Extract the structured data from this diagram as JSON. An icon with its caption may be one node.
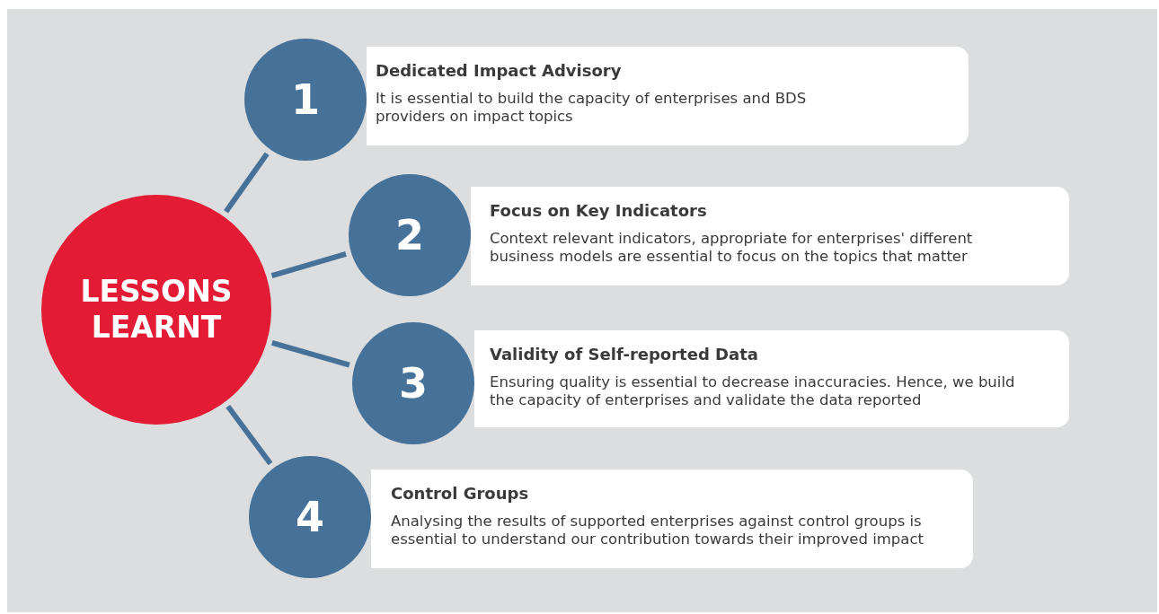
{
  "diagram": {
    "nodes": [
      {
        "text": [
          "LESSONS LEARNT"
        ]
      },
      {
        "text": [
          "1"
        ]
      },
      {
        "text": [
          "Dedicated Impact Advisory",
          "It is essential to build the capacity of enterprises and BDS providers on impact topics"
        ]
      },
      {
        "text": [
          "2"
        ]
      },
      {
        "text": [
          "Focus on Key Indicators",
          "Context relevant indicators, appropriate for enterprises' different business models are essential to focus on the topics that matter"
        ]
      },
      {
        "text": [
          "3"
        ]
      },
      {
        "text": [
          "Validity of Self-reported Data",
          "Ensuring quality is essential to decrease inaccuracies. Hence, we build the capacity of enterprises and validate the data reported"
        ]
      },
      {
        "text": [
          "4"
        ]
      },
      {
        "text": [
          "Control Groups",
          "Analysing the results of supported enterprises against control groups is essential to understand our contribution towards their improved impact"
        ]
      }
    ],
    "edges": [
      {
        "from": 0,
        "to": 1,
        "arrow": "none"
      },
      {
        "from": 0,
        "to": 3,
        "arrow": "none"
      },
      {
        "from": 0,
        "to": 5,
        "arrow": "none"
      },
      {
        "from": 0,
        "to": 7,
        "arrow": "none"
      }
    ]
  }
}
